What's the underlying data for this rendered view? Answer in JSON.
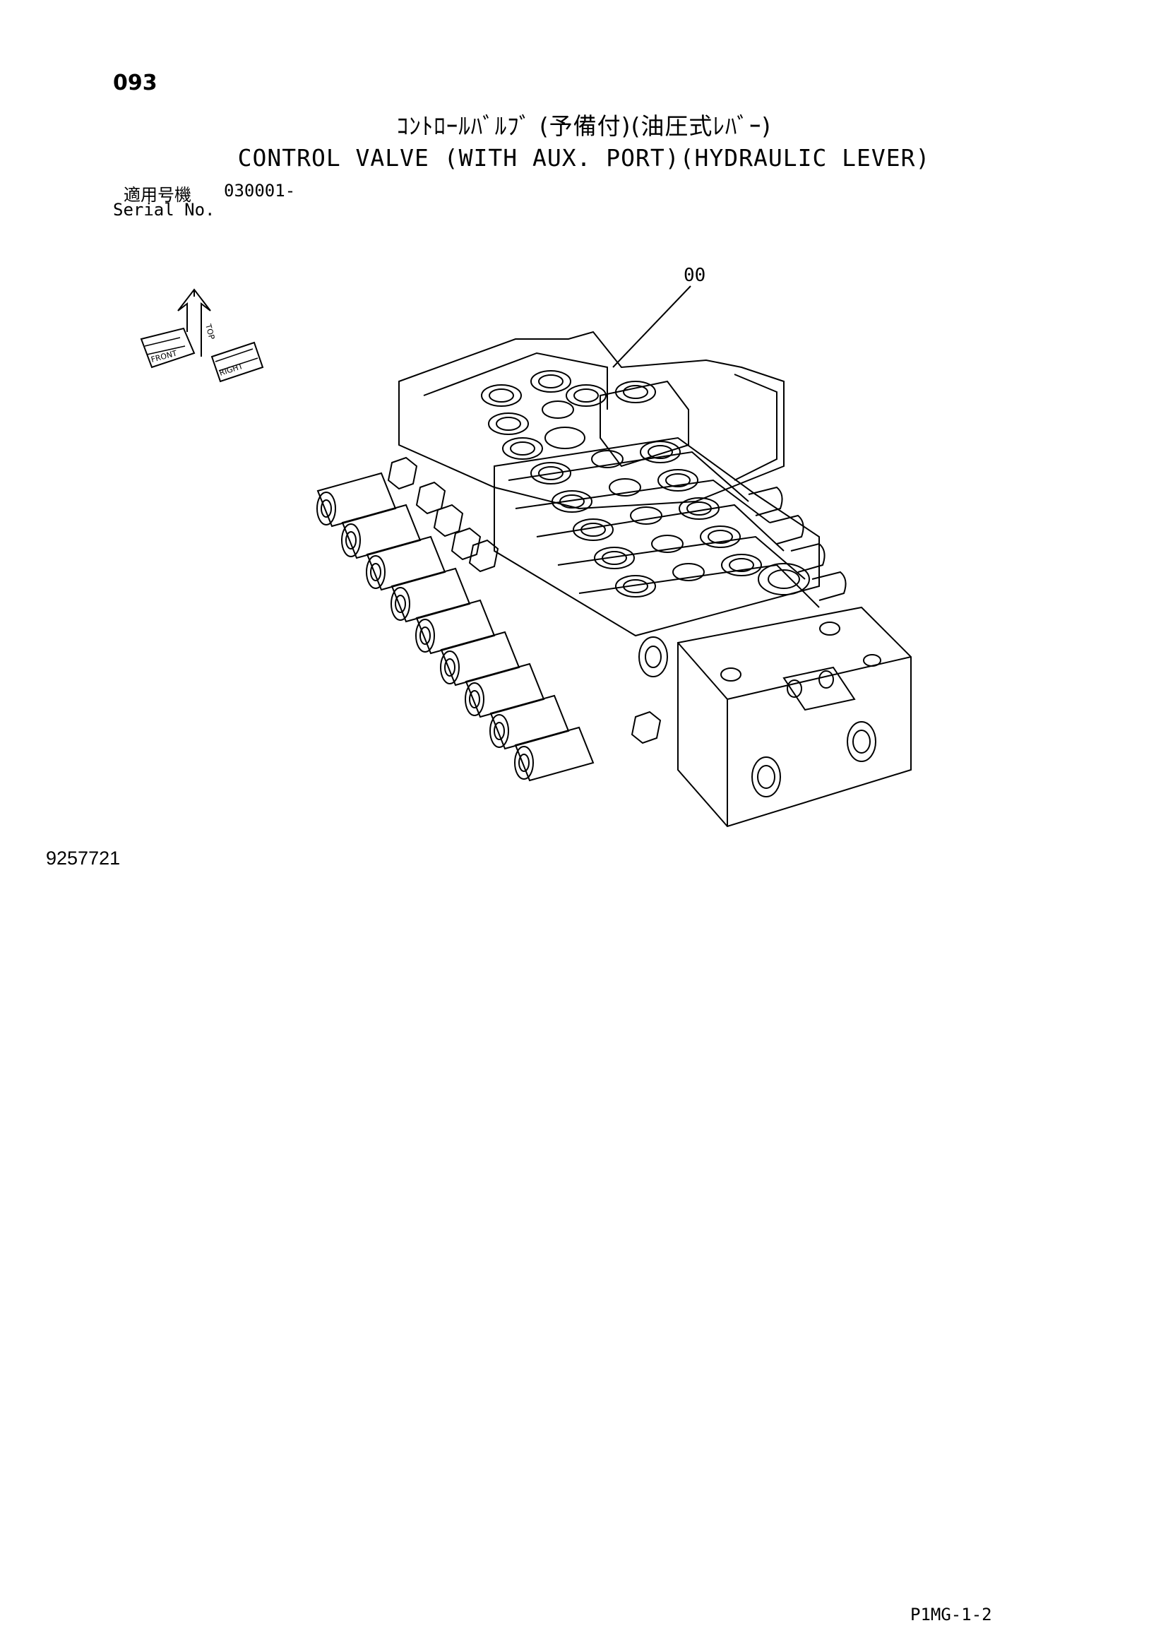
{
  "header": {
    "page_number": "093",
    "title_jp": "ｺﾝﾄﾛｰﾙﾊﾞﾙﾌﾞ (予備付)(油圧式ﾚﾊﾞｰ)",
    "title_en": "CONTROL VALVE (WITH AUX. PORT)(HYDRAULIC LEVER)"
  },
  "serial": {
    "label_jp": "適用号機",
    "value": "030001-",
    "label_en": "Serial No."
  },
  "diagram": {
    "callout": "00",
    "orientation_labels": [
      "FRONT",
      "TOP",
      "RIGHT"
    ]
  },
  "footer": {
    "drawing_number": "9257721",
    "page_code": "P1MG-1-2"
  }
}
